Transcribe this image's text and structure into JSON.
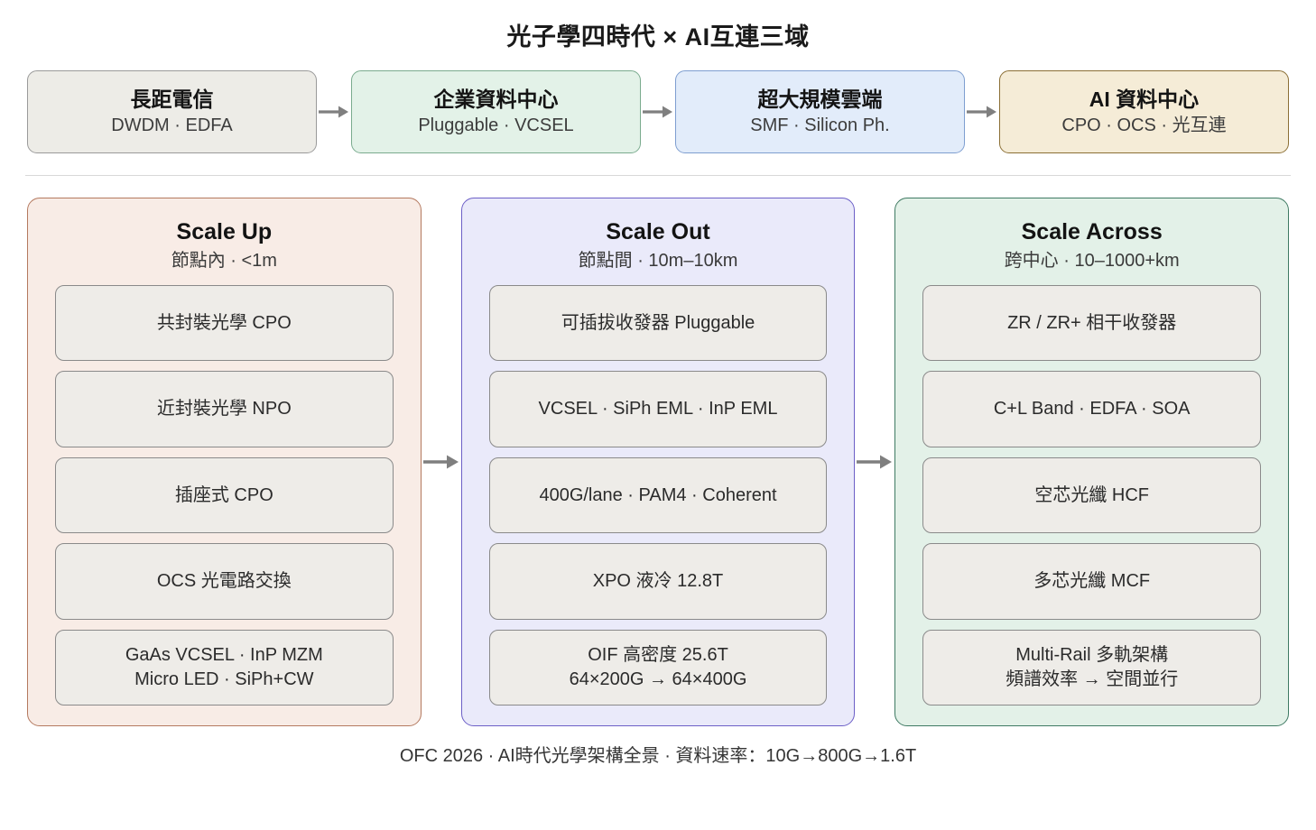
{
  "title": "光子學四時代 × AI互連三域",
  "colors": {
    "arrow": "#7f7f7f",
    "divider": "#d8d8d8",
    "item_fill": "#eeece8",
    "item_border": "#8a8a8a"
  },
  "timeline": {
    "arrow_glyph": "→",
    "stages": [
      {
        "name": "長距電信",
        "detail": "DWDM · EDFA",
        "fill": "#edece7",
        "border": "#9a9a9a"
      },
      {
        "name": "企業資料中心",
        "detail": "Pluggable · VCSEL",
        "fill": "#e3f2e8",
        "border": "#7aab8e"
      },
      {
        "name": "超大規模雲端",
        "detail": "SMF · Silicon Ph.",
        "fill": "#e2ecfa",
        "border": "#7e9ed0"
      },
      {
        "name": "AI 資料中心",
        "detail": "CPO · OCS · 光互連",
        "fill": "#f5ecd7",
        "border": "#8b6f35"
      }
    ]
  },
  "columns": {
    "arrow_glyph": "→",
    "groups": [
      {
        "title": "Scale Up",
        "subtitle": "節點內 · <1m",
        "fill": "#f8ece6",
        "border": "#b4795f",
        "items": [
          "共封裝光學 CPO",
          "近封裝光學 NPO",
          "插座式 CPO",
          "OCS 光電路交換",
          "GaAs VCSEL · InP MZM\nMicro LED · SiPh+CW"
        ]
      },
      {
        "title": "Scale Out",
        "subtitle": "節點間 · 10m–10km",
        "fill": "#eaeafa",
        "border": "#6c5fc7",
        "items": [
          "可插拔收發器 Pluggable",
          "VCSEL · SiPh EML · InP EML",
          "400G/lane · PAM4 · Coherent",
          "XPO 液冷 12.8T",
          "OIF 高密度 25.6T\n64×200G → 64×400G"
        ]
      },
      {
        "title": "Scale Across",
        "subtitle": "跨中心 · 10–1000+km",
        "fill": "#e3f1e8",
        "border": "#3f7a63",
        "items": [
          "ZR / ZR+ 相干收發器",
          "C+L Band · EDFA · SOA",
          "空芯光纖 HCF",
          "多芯光纖 MCF",
          "Multi-Rail 多軌架構\n頻譜效率 → 空間並行"
        ]
      }
    ]
  },
  "footer": "OFC 2026 · AI時代光學架構全景 · 資料速率：10G→800G→1.6T"
}
